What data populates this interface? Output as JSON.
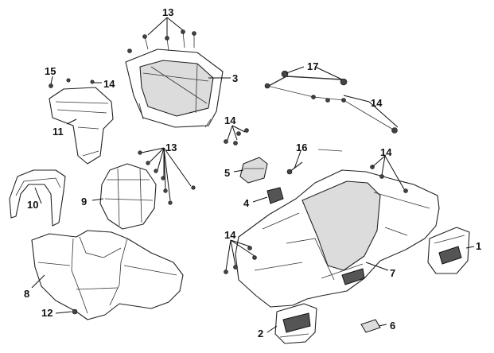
{
  "diagram": {
    "title": "Handlebar covers exploded parts diagram",
    "callouts": {
      "c1": "1",
      "c2": "2",
      "c3": "3",
      "c4": "4",
      "c5": "5",
      "c6": "6",
      "c7": "7",
      "c8": "8",
      "c9": "9",
      "c10": "10",
      "c11": "11",
      "c12": "12",
      "c13a": "13",
      "c13b": "13",
      "c14a": "14",
      "c14b": "14",
      "c14c": "14",
      "c14d": "14",
      "c14e": "14",
      "c15": "15",
      "c16": "16",
      "c17": "17"
    }
  }
}
